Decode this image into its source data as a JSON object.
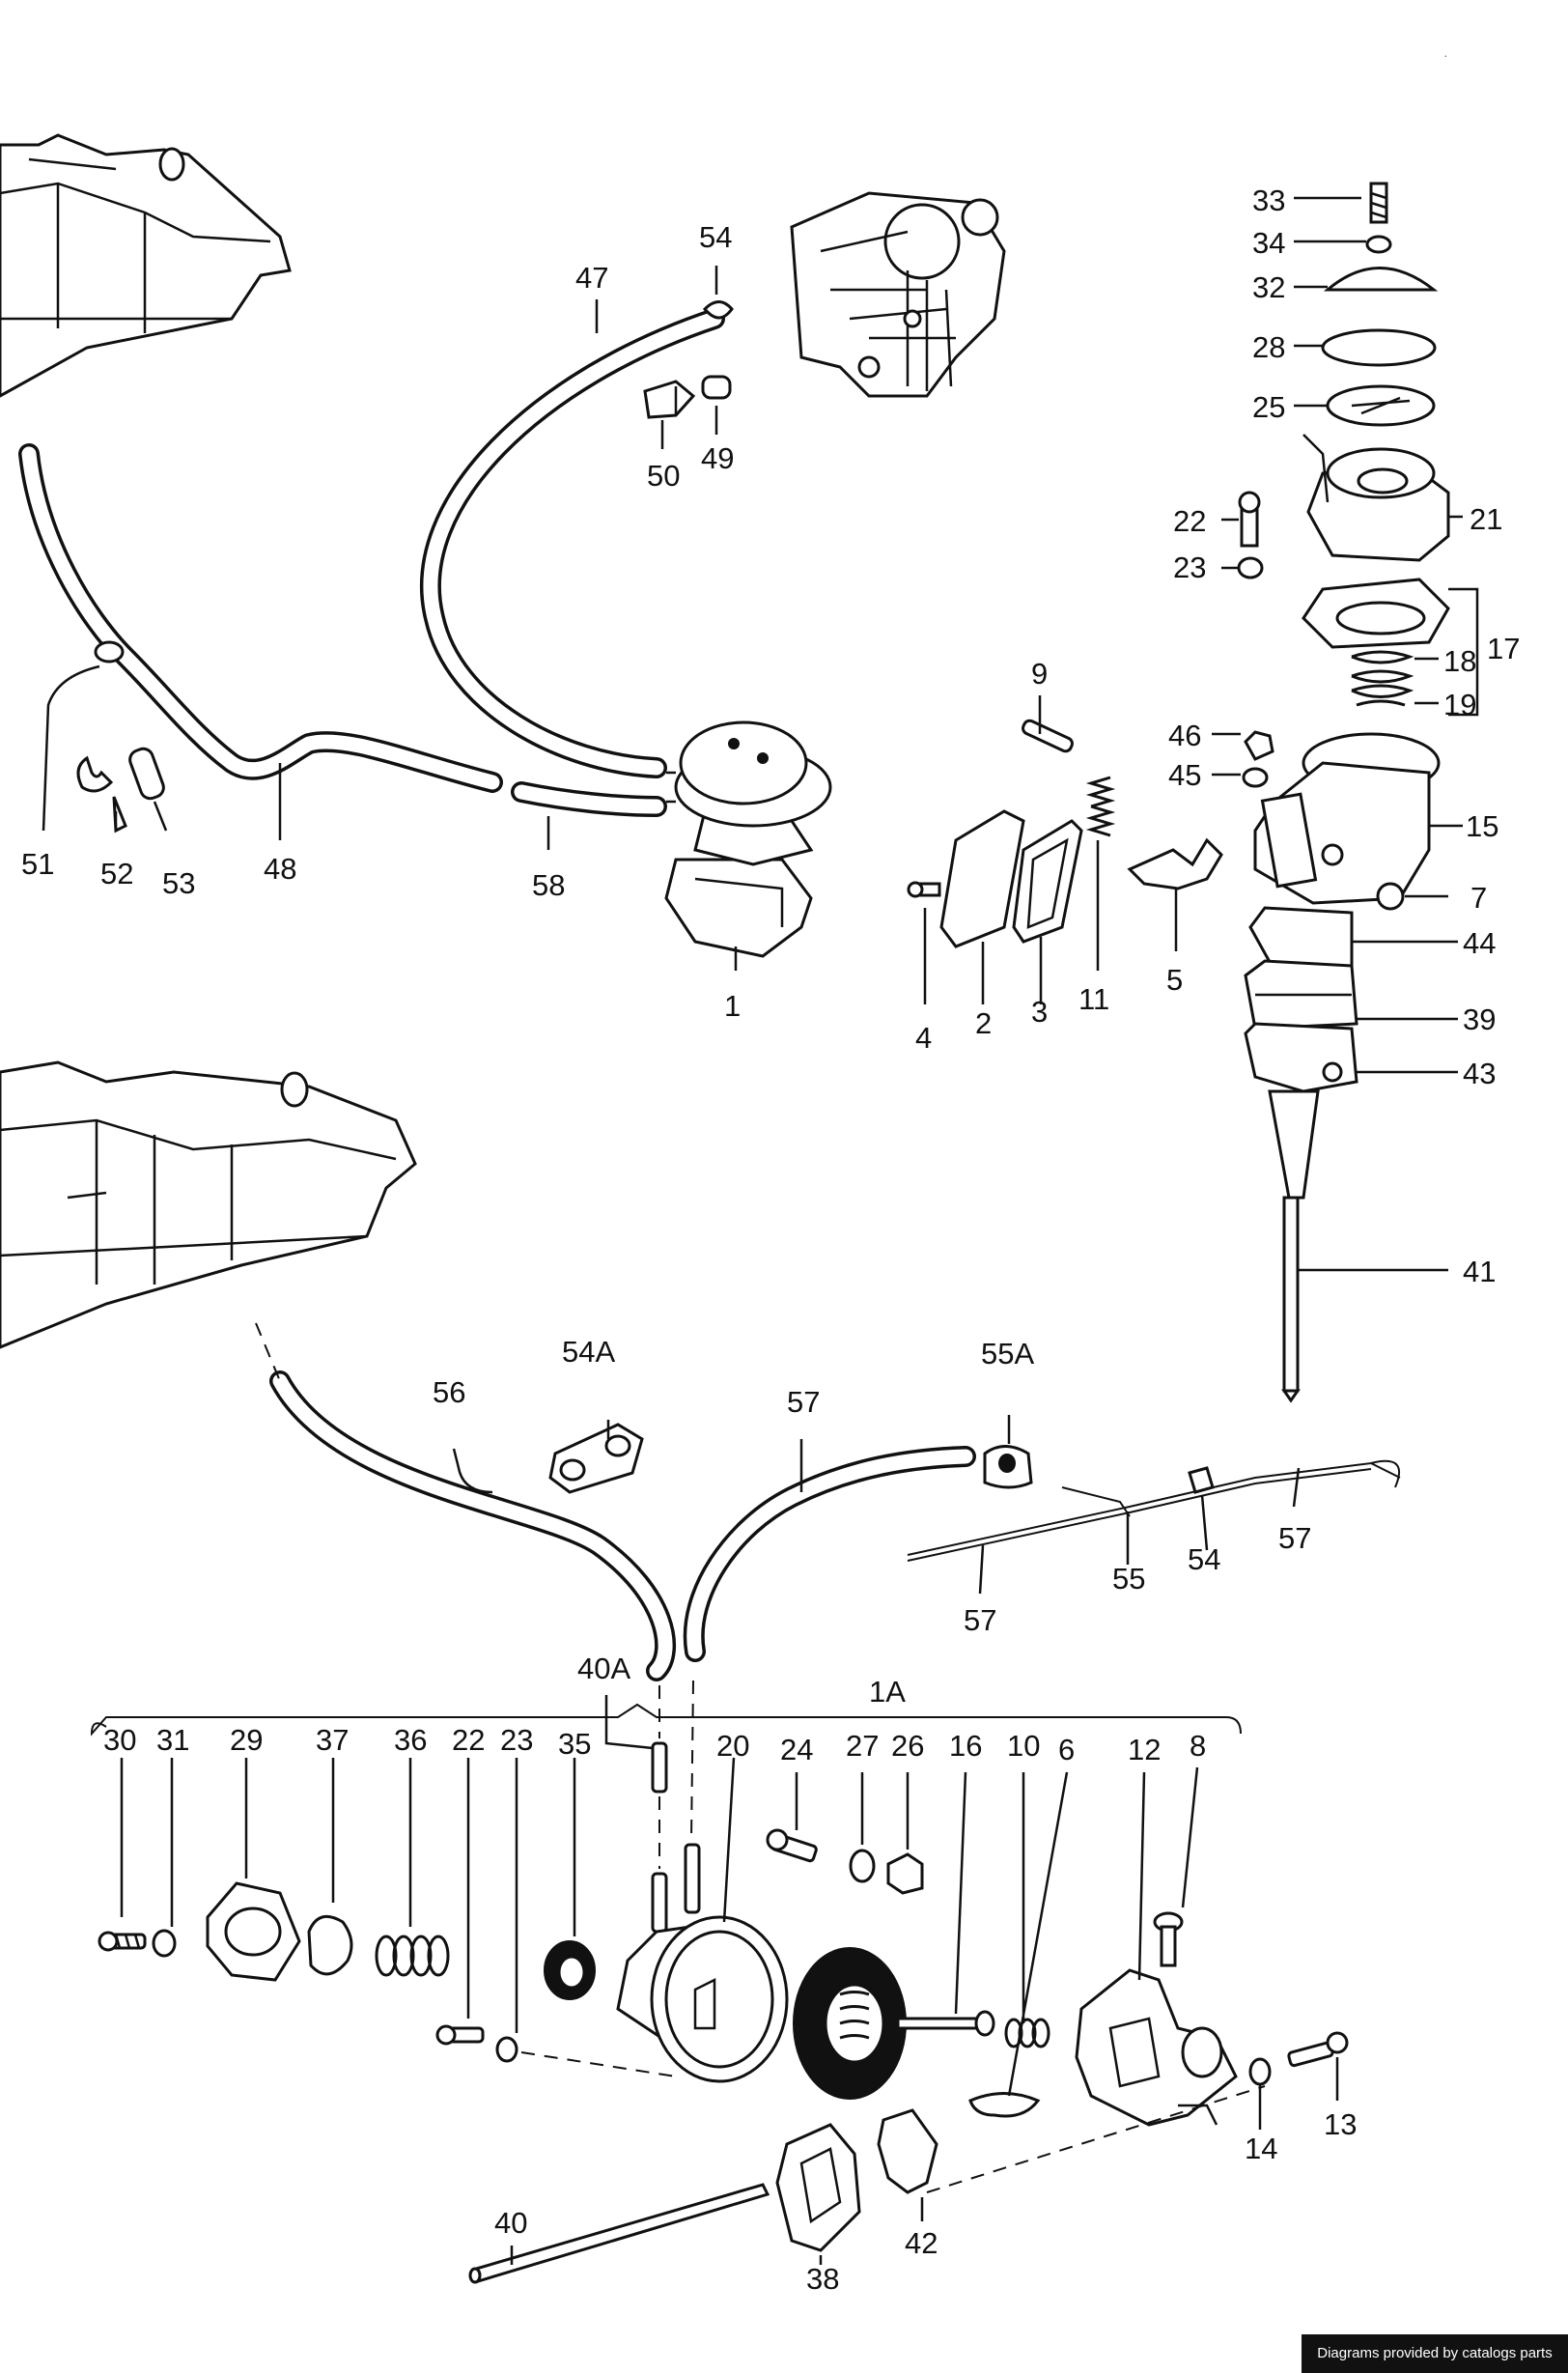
{
  "labels": {
    "l33": "33",
    "l34": "34",
    "l32": "32",
    "l28": "28",
    "l25": "25",
    "l22a": "22",
    "l21": "21",
    "l23a": "23",
    "l17": "17",
    "l18": "18",
    "l19": "19",
    "l46": "46",
    "l45": "45",
    "l15": "15",
    "l7": "7",
    "l44": "44",
    "l39": "39",
    "l43": "43",
    "l41": "41",
    "l9": "9",
    "l4": "4",
    "l2": "2",
    "l3": "3",
    "l11": "11",
    "l5": "5",
    "l47": "47",
    "l54a": "54",
    "l50": "50",
    "l49": "49",
    "l51": "51",
    "l52": "52",
    "l53": "53",
    "l48": "48",
    "l58": "58",
    "l1": "1",
    "l54A": "54A",
    "l56": "56",
    "l57a": "57",
    "l55A": "55A",
    "l57b": "57",
    "l54b": "54",
    "l55": "55",
    "l57c": "57",
    "l40A": "40A",
    "l1A": "1A",
    "l30": "30",
    "l31": "31",
    "l29": "29",
    "l37": "37",
    "l36": "36",
    "l22b": "22",
    "l23b": "23",
    "l35": "35",
    "l20": "20",
    "l24": "24",
    "l27": "27",
    "l26": "26",
    "l16": "16",
    "l10": "10",
    "l6": "6",
    "l12": "12",
    "l8": "8",
    "l14": "14",
    "l13": "13",
    "l40": "40",
    "l38": "38",
    "l42": "42"
  },
  "credit": "Diagrams provided by catalogs parts"
}
